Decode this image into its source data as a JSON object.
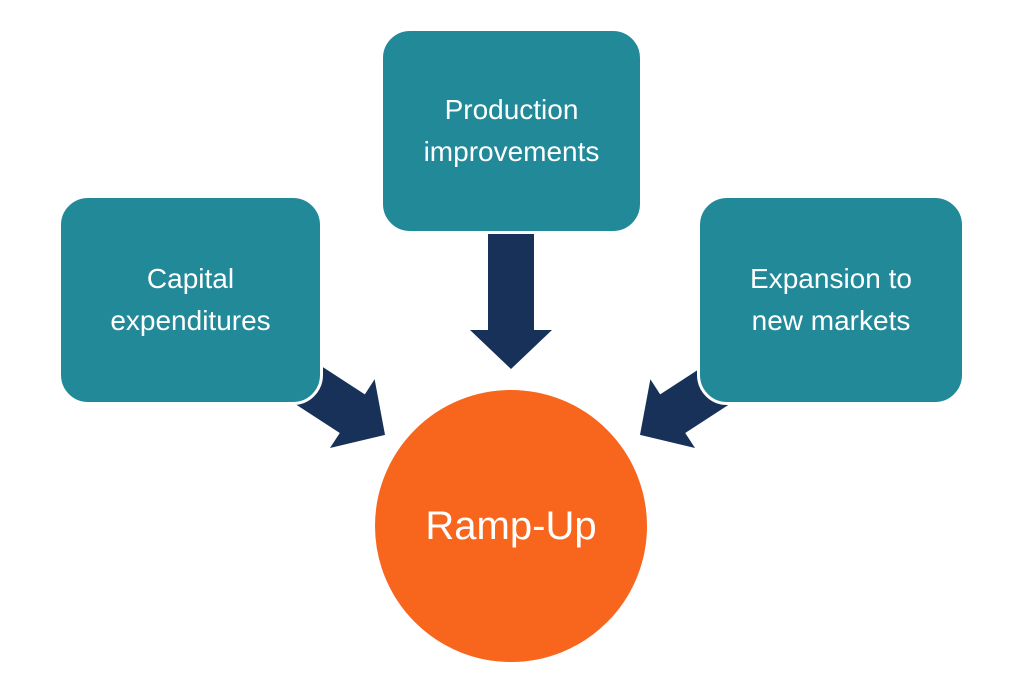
{
  "diagram": {
    "background": "#FFFFFF",
    "colors": {
      "node_fill": "#228999",
      "arrow": "#173159",
      "center_fill": "#F8661E",
      "text": "#FFFFFF"
    },
    "nodes": [
      {
        "id": "capital-expenditures",
        "label": "Capital\nexpenditures"
      },
      {
        "id": "production-improvements",
        "label": "Production\nimprovements"
      },
      {
        "id": "expansion-new-markets",
        "label": "Expansion to\nnew markets"
      }
    ],
    "center": {
      "id": "ramp-up",
      "label": "Ramp-Up"
    },
    "connections": [
      {
        "from": "capital-expenditures",
        "to": "ramp-up"
      },
      {
        "from": "production-improvements",
        "to": "ramp-up"
      },
      {
        "from": "expansion-new-markets",
        "to": "ramp-up"
      }
    ]
  }
}
